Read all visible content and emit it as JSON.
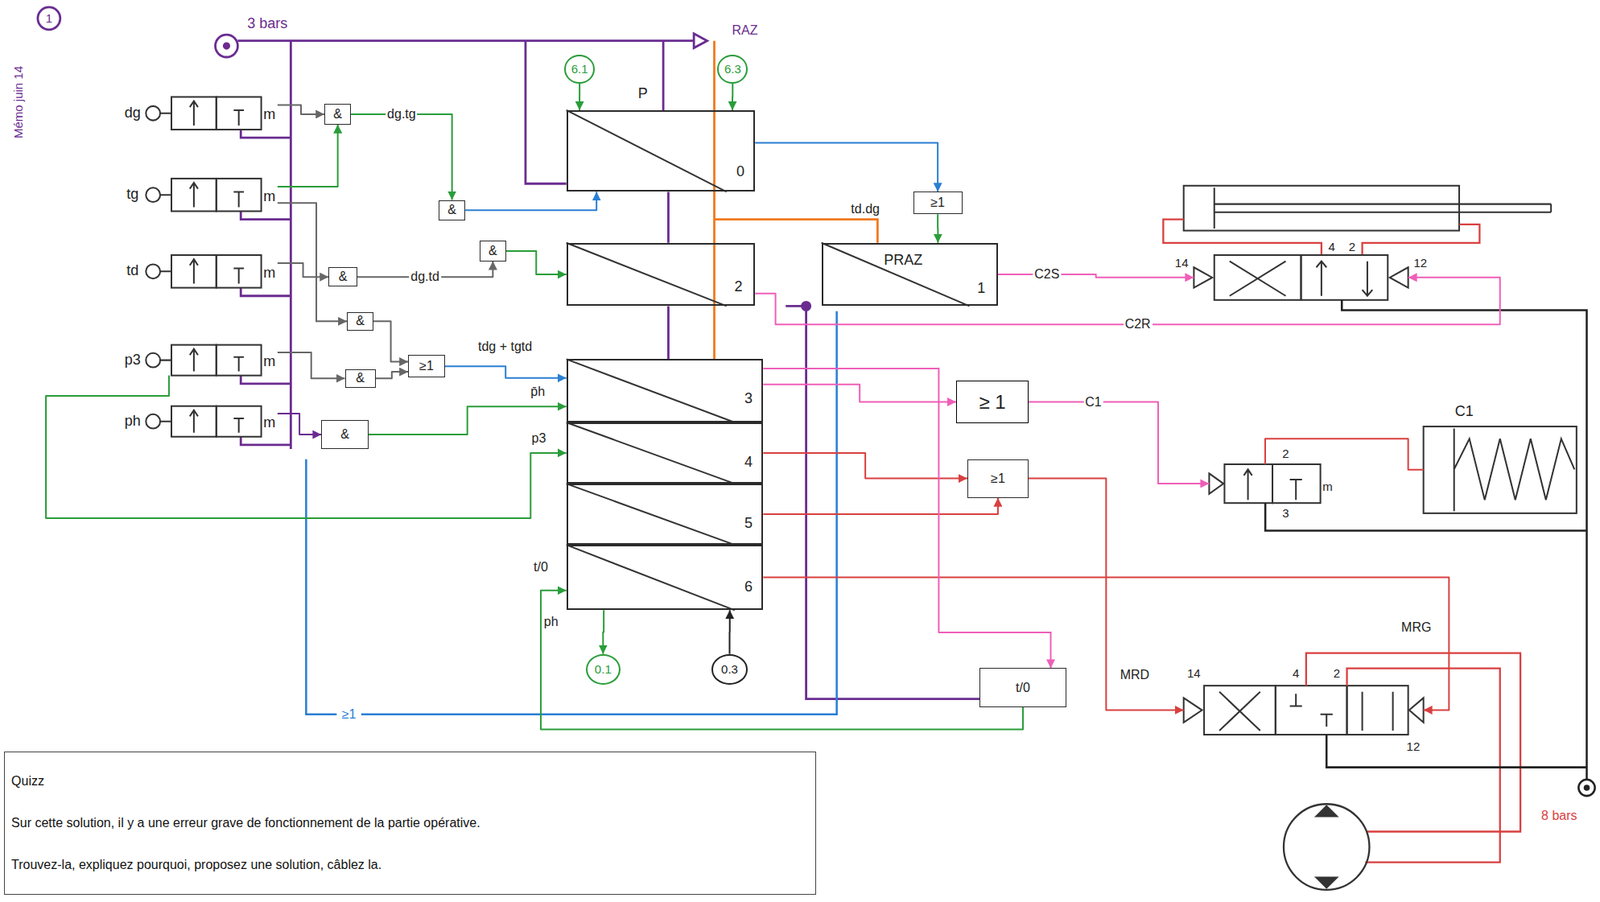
{
  "diagram": {
    "nodes": [
      {
        "text": [
          "0"
        ]
      },
      {
        "text": [
          "2"
        ]
      },
      {
        "text": [
          "PRAZ",
          "1"
        ]
      },
      {
        "text": [
          "3"
        ]
      },
      {
        "text": [
          "4"
        ]
      },
      {
        "text": [
          "5"
        ]
      },
      {
        "text": [
          "6"
        ]
      },
      {
        "text": [
          "6.1"
        ]
      },
      {
        "text": [
          "6.3"
        ]
      },
      {
        "text": [
          "0.1"
        ]
      },
      {
        "text": [
          "0.3"
        ]
      },
      {
        "text": [
          "&"
        ]
      },
      {
        "text": [
          "&"
        ]
      },
      {
        "text": [
          "&"
        ]
      },
      {
        "text": [
          "&"
        ]
      },
      {
        "text": [
          "&"
        ]
      },
      {
        "text": [
          "≥1"
        ]
      },
      {
        "text": [
          "&"
        ]
      },
      {
        "text": [
          "&"
        ]
      },
      {
        "text": [
          "≥1"
        ]
      },
      {
        "text": [
          "≥ 1"
        ]
      },
      {
        "text": [
          "≥1"
        ]
      },
      {
        "text": [
          "t/0"
        ]
      },
      {
        "text": [
          "dg",
          "m"
        ]
      },
      {
        "text": [
          "tg",
          "m"
        ]
      },
      {
        "text": [
          "td",
          "m"
        ]
      },
      {
        "text": [
          "p3",
          "m"
        ]
      },
      {
        "text": [
          "ph",
          "m"
        ]
      },
      {
        "text": [
          "14",
          "4",
          "2",
          "12"
        ]
      },
      {
        "text": [
          "2",
          "3",
          "m"
        ]
      },
      {
        "text": [
          "C1"
        ]
      },
      {
        "text": [
          "14",
          "4",
          "2",
          "12"
        ]
      },
      {
        "text": [
          "Quizz",
          "Sur cette solution, il y a une erreur grave de fonctionnement de la partie opérative.",
          "Trouvez-la, expliquez pourquoi, proposez une solution, câblez la."
        ]
      }
    ],
    "edges": [
      {
        "from": 23,
        "to": 11,
        "arrow": "to"
      },
      {
        "from": 24,
        "to": 11,
        "arrow": "to"
      },
      {
        "from": 11,
        "to": 12,
        "label": "dg.tg",
        "arrow": "to"
      },
      {
        "from": 12,
        "to": 0,
        "arrow": "to"
      },
      {
        "from": 13,
        "to": 1,
        "arrow": "to"
      },
      {
        "from": 14,
        "to": 13,
        "label": "dg.td",
        "arrow": "to"
      },
      {
        "from": 25,
        "to": 14,
        "arrow": "to"
      },
      {
        "from": 15,
        "to": 16,
        "arrow": "to"
      },
      {
        "from": 17,
        "to": 16,
        "arrow": "to"
      },
      {
        "from": 16,
        "to": 3,
        "label": "tdg + tgtd",
        "arrow": "to"
      },
      {
        "from": 27,
        "to": 18,
        "arrow": "to"
      },
      {
        "from": 18,
        "to": 3,
        "arrow": "to"
      },
      {
        "from": 26,
        "to": 4,
        "arrow": "to"
      },
      {
        "from": 7,
        "to": 0,
        "arrow": "to"
      },
      {
        "from": 8,
        "to": 0,
        "arrow": "to"
      },
      {
        "from": 0,
        "to": 19,
        "arrow": "to"
      },
      {
        "from": 19,
        "to": 2,
        "label": "td.dg",
        "arrow": "to"
      },
      {
        "from": 2,
        "to": 28,
        "label": "C2S",
        "arrow": "to"
      },
      {
        "from": 1,
        "to": 28,
        "label": "C2R",
        "arrow": "to"
      },
      {
        "from": 3,
        "to": 20,
        "arrow": "to"
      },
      {
        "from": 20,
        "to": 29,
        "label": "C1",
        "arrow": "to"
      },
      {
        "from": 4,
        "to": 21,
        "arrow": "to"
      },
      {
        "from": 5,
        "to": 21,
        "arrow": "to"
      },
      {
        "from": 21,
        "to": 31,
        "arrow": "to"
      },
      {
        "from": 6,
        "to": 31,
        "arrow": "to"
      },
      {
        "from": 3,
        "to": 22,
        "arrow": "to"
      },
      {
        "from": 22,
        "to": 6,
        "arrow": "to"
      },
      {
        "from": 6,
        "to": 9,
        "arrow": "to"
      },
      {
        "from": 10,
        "to": 6,
        "arrow": "to"
      },
      {
        "from": 29,
        "to": 30,
        "arrow": "none"
      },
      {
        "from": 24,
        "to": 15,
        "arrow": "to"
      },
      {
        "from": 26,
        "to": 17,
        "arrow": "to"
      }
    ],
    "labels": [
      "3 bars",
      "RAZ",
      "P",
      "p̄h",
      "p3",
      "t/0",
      "ph",
      "MRD",
      "MRG",
      "8 bars",
      "≥1",
      "Mémo juin 14",
      "1"
    ]
  }
}
